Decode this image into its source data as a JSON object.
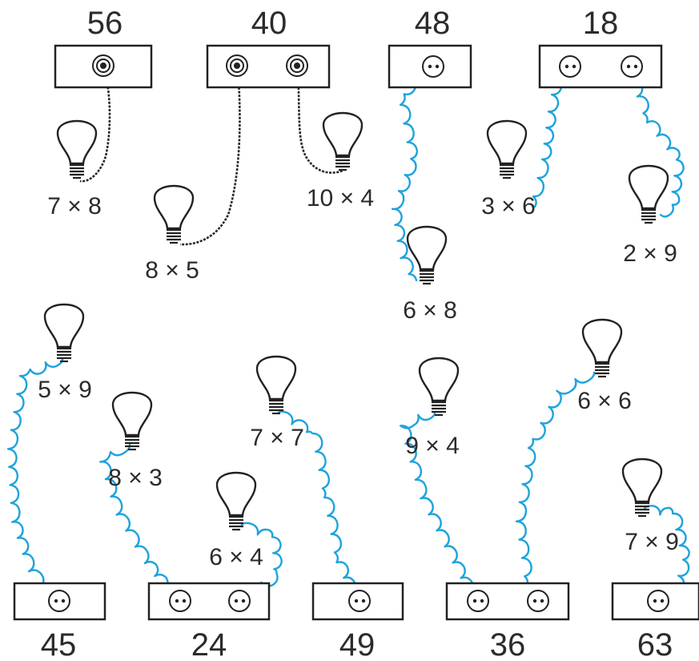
{
  "colors": {
    "wire": "#1ea3dc",
    "line": "#222222",
    "text": "#2b2b2b"
  },
  "top_socket_labels": [
    "56",
    "40",
    "48",
    "18"
  ],
  "bottom_socket_labels": [
    "45",
    "24",
    "49",
    "36",
    "63"
  ],
  "bulb_labels": {
    "b_7x8": "7 × 8",
    "b_8x5": "8 × 5",
    "b_10x4": "10 × 4",
    "b_6x8": "6 × 8",
    "b_3x6": "3 × 6",
    "b_2x9": "2 × 9",
    "b_5x9": "5 × 9",
    "b_8x3": "8 × 3",
    "b_6x4": "6 × 4",
    "b_7x7": "7 × 7",
    "b_9x4": "9 × 4",
    "b_6x6": "6 × 6",
    "b_7x9": "7 × 9"
  }
}
